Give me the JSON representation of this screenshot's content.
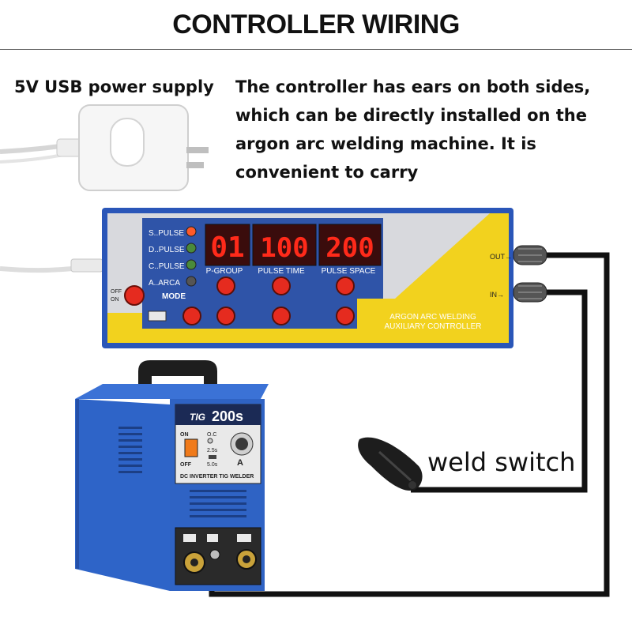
{
  "title": "CONTROLLER WIRING",
  "usb_label": "5V USB power supply",
  "description": "The controller has ears on both sides, which can be directly installed on the argon arc welding machine. It is convenient to carry",
  "weld_switch_label": "weld switch",
  "controller": {
    "indicators": [
      "S..PULSE",
      "D..PULSE",
      "C..PULSE",
      "A..ARCA"
    ],
    "mode_label": "MODE",
    "power_label_top": "OFF",
    "power_label_bottom": "ON",
    "displays": [
      {
        "value": "01",
        "label": "P-GROUP"
      },
      {
        "value": "100",
        "label": "PULSE TIME"
      },
      {
        "value": "200",
        "label": "PULSE SPACE"
      }
    ],
    "brand_line1": "ARGON ARC WELDING",
    "brand_line2": "AUXILIARY CONTROLLER",
    "out_label": "OUT→",
    "in_label": "IN→"
  },
  "welder": {
    "model_prefix": "TIG",
    "model": "200s",
    "subtitle": "DC INVERTER TIG WELDER",
    "on_label": "ON",
    "off_label": "OFF",
    "oc_label": "O.C",
    "setting_a": "2.5s",
    "setting_b": "5.0s",
    "amp_label": "A"
  },
  "colors": {
    "panel_blue": "#2a56b8",
    "panel_yellow": "#f2d21e",
    "led_red": "#ff2a1a",
    "button_red": "#e52b1f",
    "welder_blue": "#2e64c8"
  }
}
